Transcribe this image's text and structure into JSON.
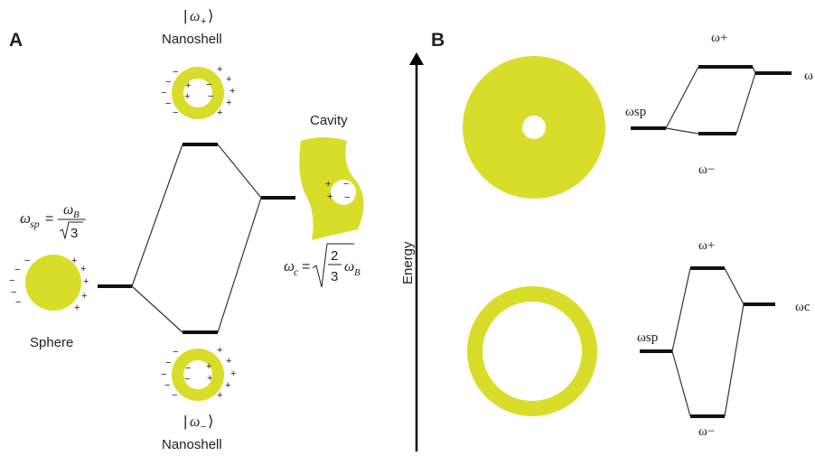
{
  "colors": {
    "gold": "#d8dd2a",
    "line": "#111111",
    "background": "#ffffff"
  },
  "panel_a": {
    "label": "A",
    "nanoshell_plus_ket": "|ω+⟩",
    "nanoshell_plus_label": "Nanoshell",
    "nanoshell_minus_ket": "|ω−⟩",
    "nanoshell_minus_label": "Nanoshell",
    "sphere_label": "Sphere",
    "cavity_label": "Cavity",
    "omega_sp_symbol": "ω",
    "omega_sp_sub": "sp",
    "omega_b_symbol": "ω",
    "omega_b_sub": "B",
    "sqrt_three": "3",
    "omega_c_symbol": "ω",
    "omega_c_sub": "c",
    "two": "2",
    "three": "3",
    "equals": "=",
    "plus": "+",
    "minus": "−"
  },
  "energy_axis_label": "Energy",
  "panel_b": {
    "label": "B",
    "top": {
      "omega_plus": "ω+",
      "omega_sp": "ωsp",
      "omega_minus": "ω−",
      "omega_c_partial": "ω"
    },
    "bottom": {
      "omega_plus": "ω+",
      "omega_sp": "ωsp",
      "omega_minus": "ω−",
      "omega_c_partial": "ωc"
    }
  }
}
